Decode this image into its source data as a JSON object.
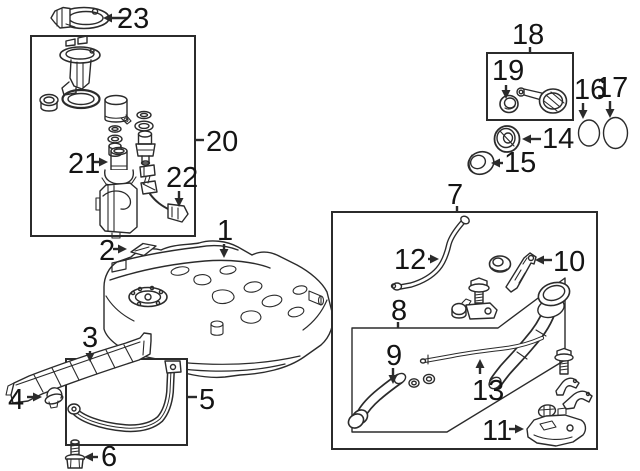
{
  "diagram": {
    "colors": {
      "background": "#ffffff",
      "line": "#2b2b2b",
      "label_color": "#141414"
    },
    "callouts": {
      "c1": "1",
      "c2": "2",
      "c3": "3",
      "c4": "4",
      "c5": "5",
      "c6": "6",
      "c7": "7",
      "c8": "8",
      "c9": "9",
      "c10": "10",
      "c11": "11",
      "c12": "12",
      "c13": "13",
      "c14": "14",
      "c15": "15",
      "c16": "16",
      "c17": "17",
      "c18": "18",
      "c19": "19",
      "c20": "20",
      "c21": "21",
      "c22": "22",
      "c23": "23"
    }
  }
}
